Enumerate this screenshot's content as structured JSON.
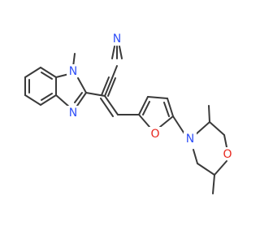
{
  "molecule": {
    "atoms": {
      "n_nitrile": "N",
      "n_imidazole_methyl": "N",
      "n_imidazole_ring": "N",
      "o_furan": "O",
      "n_morpholine": "N",
      "o_morpholine": "O"
    },
    "colors": {
      "bond": "#3a3a3a",
      "nitrogen": "#3050f8",
      "oxygen": "#e8281f",
      "background": "#ffffff"
    }
  }
}
